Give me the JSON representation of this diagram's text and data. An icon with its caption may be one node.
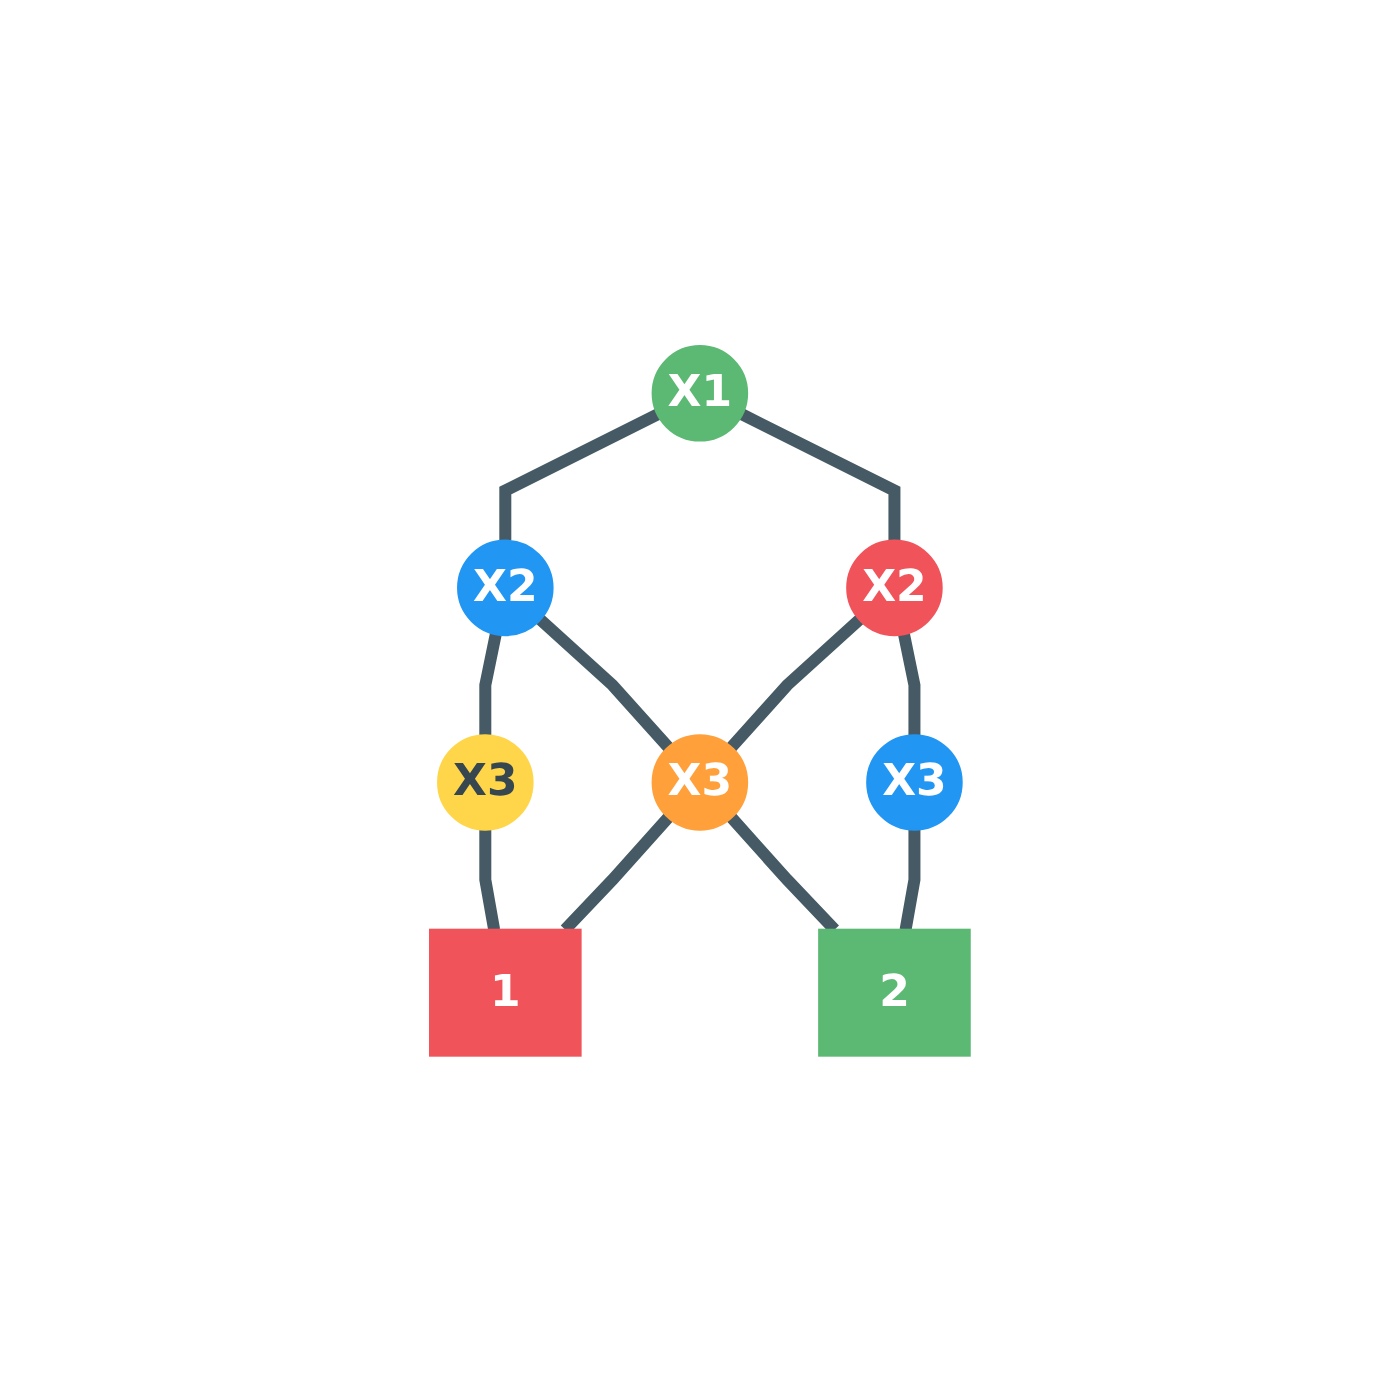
{
  "diagram": {
    "nodes": [
      {
        "text": [
          "X1"
        ]
      },
      {
        "text": [
          "X2"
        ]
      },
      {
        "text": [
          "X2"
        ]
      },
      {
        "text": [
          "X3"
        ]
      },
      {
        "text": [
          "X3"
        ]
      },
      {
        "text": [
          "X3"
        ]
      },
      {
        "text": [
          "1"
        ]
      },
      {
        "text": [
          "2"
        ]
      }
    ],
    "edges": [
      {
        "from": 0,
        "to": 1,
        "arrow": "none"
      },
      {
        "from": 0,
        "to": 2,
        "arrow": "none"
      },
      {
        "from": 1,
        "to": 4,
        "arrow": "none"
      },
      {
        "from": 1,
        "to": 3,
        "arrow": "none"
      },
      {
        "from": 2,
        "to": 3,
        "arrow": "none"
      },
      {
        "from": 2,
        "to": 5,
        "arrow": "none"
      },
      {
        "from": 4,
        "to": 6,
        "arrow": "none"
      },
      {
        "from": 3,
        "to": 6,
        "arrow": "none"
      },
      {
        "from": 3,
        "to": 7,
        "arrow": "none"
      },
      {
        "from": 5,
        "to": 7,
        "arrow": "none"
      }
    ]
  }
}
